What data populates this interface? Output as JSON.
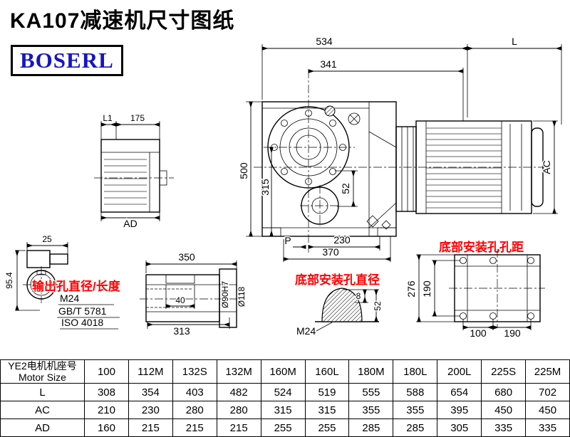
{
  "header": {
    "title": "KA107减速机尺寸图纸",
    "logo": "BOSERL"
  },
  "colors": {
    "red": "#ff0000",
    "blue": "#1616c0"
  },
  "front_view": {
    "dim_534": "534",
    "dim_L": "L",
    "dim_341": "341",
    "dim_500": "500",
    "dim_315": "315",
    "dim_52": "52",
    "dim_AC": "AC",
    "dim_230": "230",
    "dim_370": "370",
    "label_P": "P"
  },
  "side_view": {
    "dim_L1": "L1",
    "dim_175": "175",
    "dim_AD": "AD"
  },
  "shaft_view": {
    "dim_25": "25",
    "dim_95_4": "95.4",
    "red_label": "输出孔直径/长度",
    "note_m24": "M24",
    "note_gbt": "GB/T 5781",
    "note_iso": "ISO 4018"
  },
  "section_view": {
    "dim_350": "350",
    "dim_40": "40",
    "dim_313": "313",
    "dim_d90": "Ø90H7",
    "dim_d118": "Ø118"
  },
  "dome_view": {
    "red_label": "底部安装孔直径",
    "dim_8": "8",
    "dim_52": "52",
    "label_m24": "M24"
  },
  "right_view": {
    "red_label": "底部安装孔孔距",
    "dim_276": "276",
    "dim_190_v": "190",
    "dim_100": "100",
    "dim_190_h": "190"
  },
  "table": {
    "header_cn": "YE2电机机座号",
    "header_en": "Motor Size",
    "columns": [
      "100",
      "112M",
      "132S",
      "132M",
      "160M",
      "160L",
      "180M",
      "180L",
      "200L",
      "225S",
      "225M"
    ],
    "rows": [
      {
        "label": "L",
        "values": [
          "308",
          "354",
          "403",
          "482",
          "524",
          "519",
          "555",
          "588",
          "654",
          "680",
          "702"
        ]
      },
      {
        "label": "AC",
        "values": [
          "210",
          "230",
          "280",
          "280",
          "315",
          "315",
          "355",
          "355",
          "395",
          "450",
          "450"
        ]
      },
      {
        "label": "AD",
        "values": [
          "160",
          "215",
          "215",
          "215",
          "255",
          "255",
          "285",
          "285",
          "305",
          "335",
          "335"
        ]
      }
    ]
  }
}
